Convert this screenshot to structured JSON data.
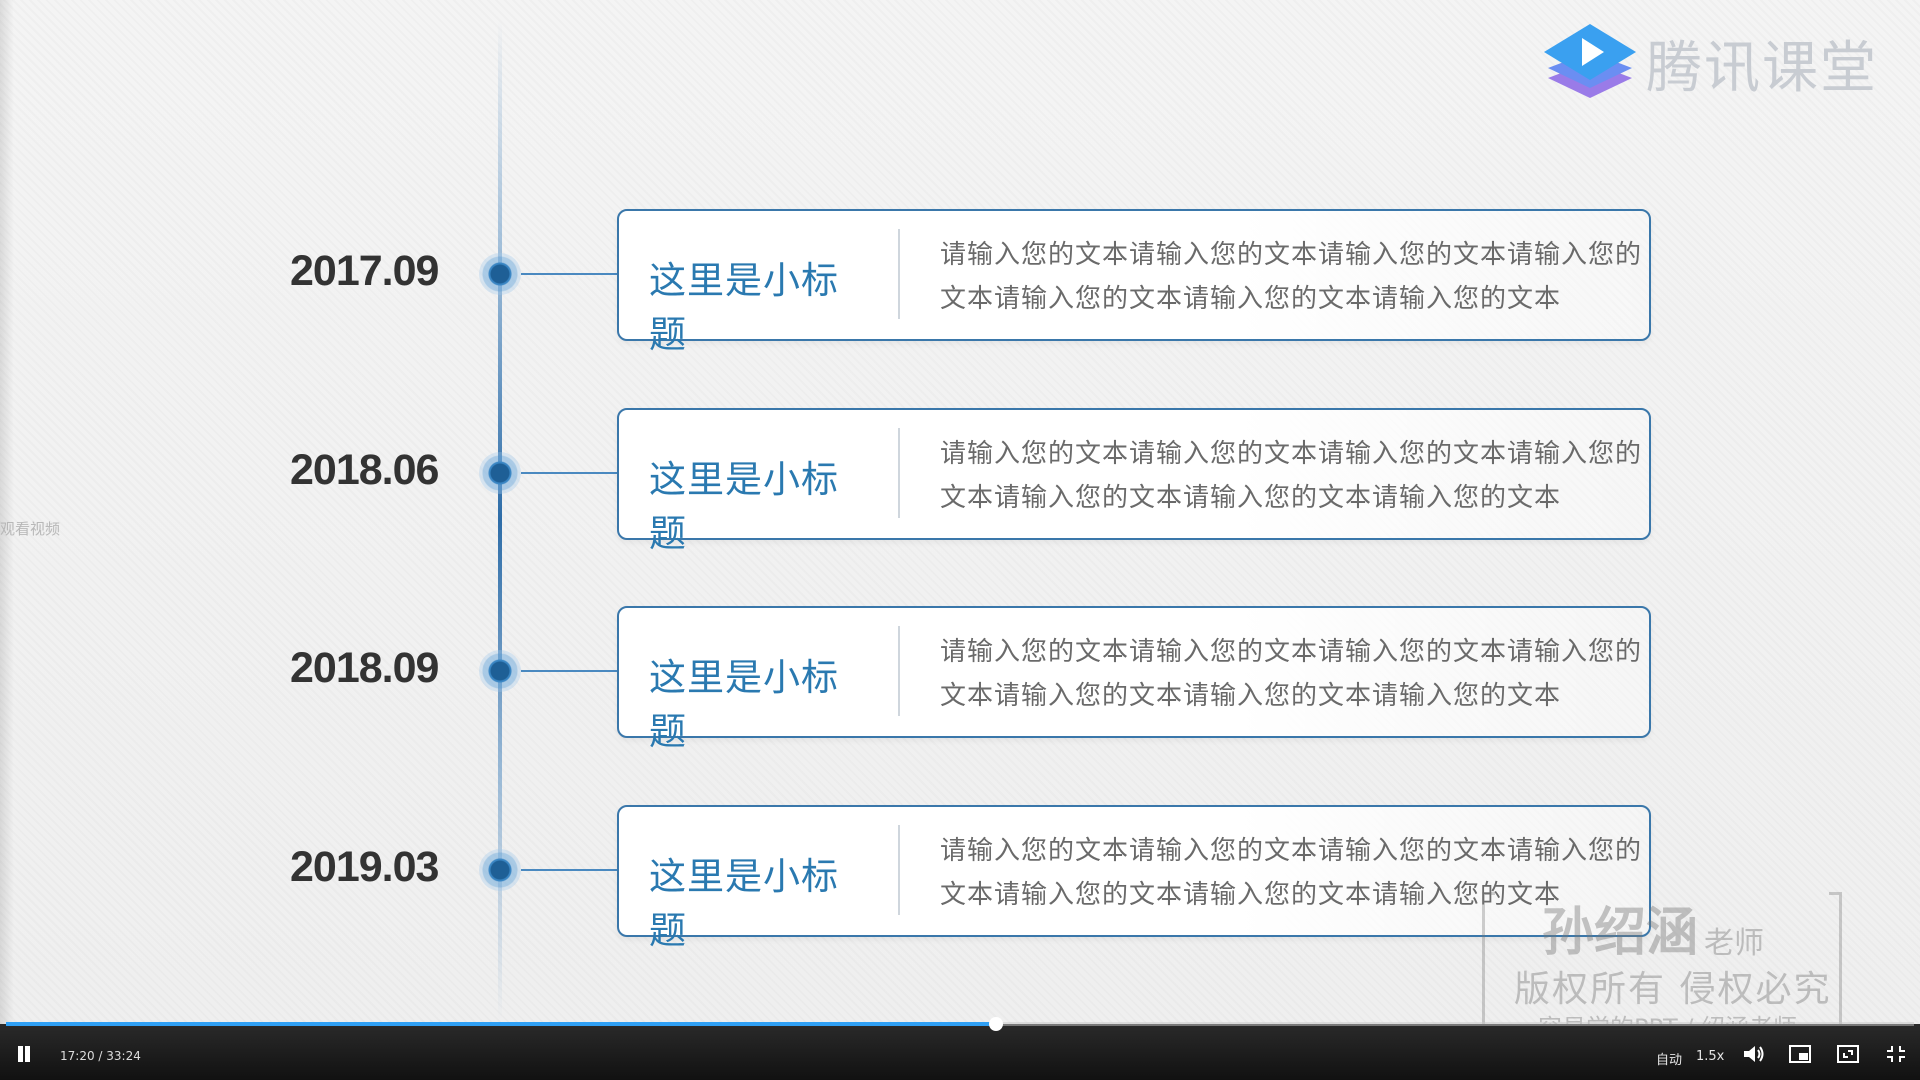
{
  "brand": {
    "logo_text": "腾讯课堂",
    "logo_mark_colors": [
      "#3aa0f0",
      "#6b8ef2",
      "#9a7be8"
    ]
  },
  "side_hint": "观看视频",
  "timeline": [
    {
      "date": "2017.09",
      "title": "这里是小标题",
      "text": "请输入您的文本请输入您的文本请输入您的文本请输入您的文本请输入您的文本请输入您的文本请输入您的文本"
    },
    {
      "date": "2018.06",
      "title": "这里是小标题",
      "text": "请输入您的文本请输入您的文本请输入您的文本请输入您的文本请输入您的文本请输入您的文本请输入您的文本"
    },
    {
      "date": "2018.09",
      "title": "这里是小标题",
      "text": "请输入您的文本请输入您的文本请输入您的文本请输入您的文本请输入您的文本请输入您的文本请输入您的文本"
    },
    {
      "date": "2019.03",
      "title": "这里是小标题",
      "text": "请输入您的文本请输入您的文本请输入您的文本请输入您的文本请输入您的文本请输入您的文本请输入您的文本"
    }
  ],
  "watermark": {
    "name": "孙绍涵",
    "suffix": "老师",
    "copyright": "版权所有 侵权必究",
    "tag": "容易学的PPT / 绍涵老师"
  },
  "player": {
    "time_display": "17:20 / 33:24",
    "progress": 0.5189,
    "quality_label": "自动",
    "speed_label": "1.5x",
    "icons": [
      "pause-icon",
      "volume-icon",
      "picture-in-picture-icon",
      "web-fullscreen-icon",
      "exit-fullscreen-icon"
    ]
  },
  "colors": {
    "accent": "#2a79b0",
    "progress": "#2fa0f5",
    "card_border": "#3a77aa"
  }
}
